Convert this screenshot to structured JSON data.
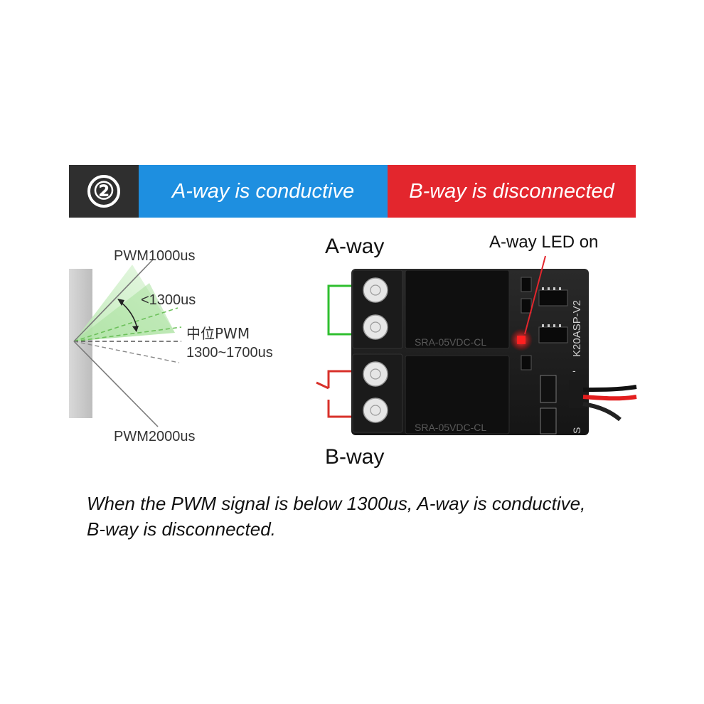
{
  "banner": {
    "step": "②",
    "a_label": "A-way is conductive",
    "b_label": "B-way is disconnected",
    "colors": {
      "step_bg": "#2f2f2f",
      "a_bg": "#1e8fe0",
      "b_bg": "#e3262d"
    }
  },
  "servo_diagram": {
    "pwm_min": "PWM1000us",
    "threshold": "<1300us",
    "center_title": "中位PWM",
    "center_range": "1300~1700us",
    "pwm_max": "PWM2000us"
  },
  "board": {
    "a_way": "A-way",
    "b_way": "B-way",
    "led_note": "A-way LED on",
    "relay_text_1": "SRA-05VDC-CL",
    "relay_text_2": "SRA-05VDC-CL",
    "model": "K20ASP-V2",
    "pin_top": "-",
    "pin_bottom": "S",
    "colors": {
      "a_wire": "#2fbf2f",
      "b_wire": "#d8302a",
      "led": "#ff2020"
    }
  },
  "caption": "When the PWM signal is below 1300us, A-way is conductive, B-way is disconnected."
}
